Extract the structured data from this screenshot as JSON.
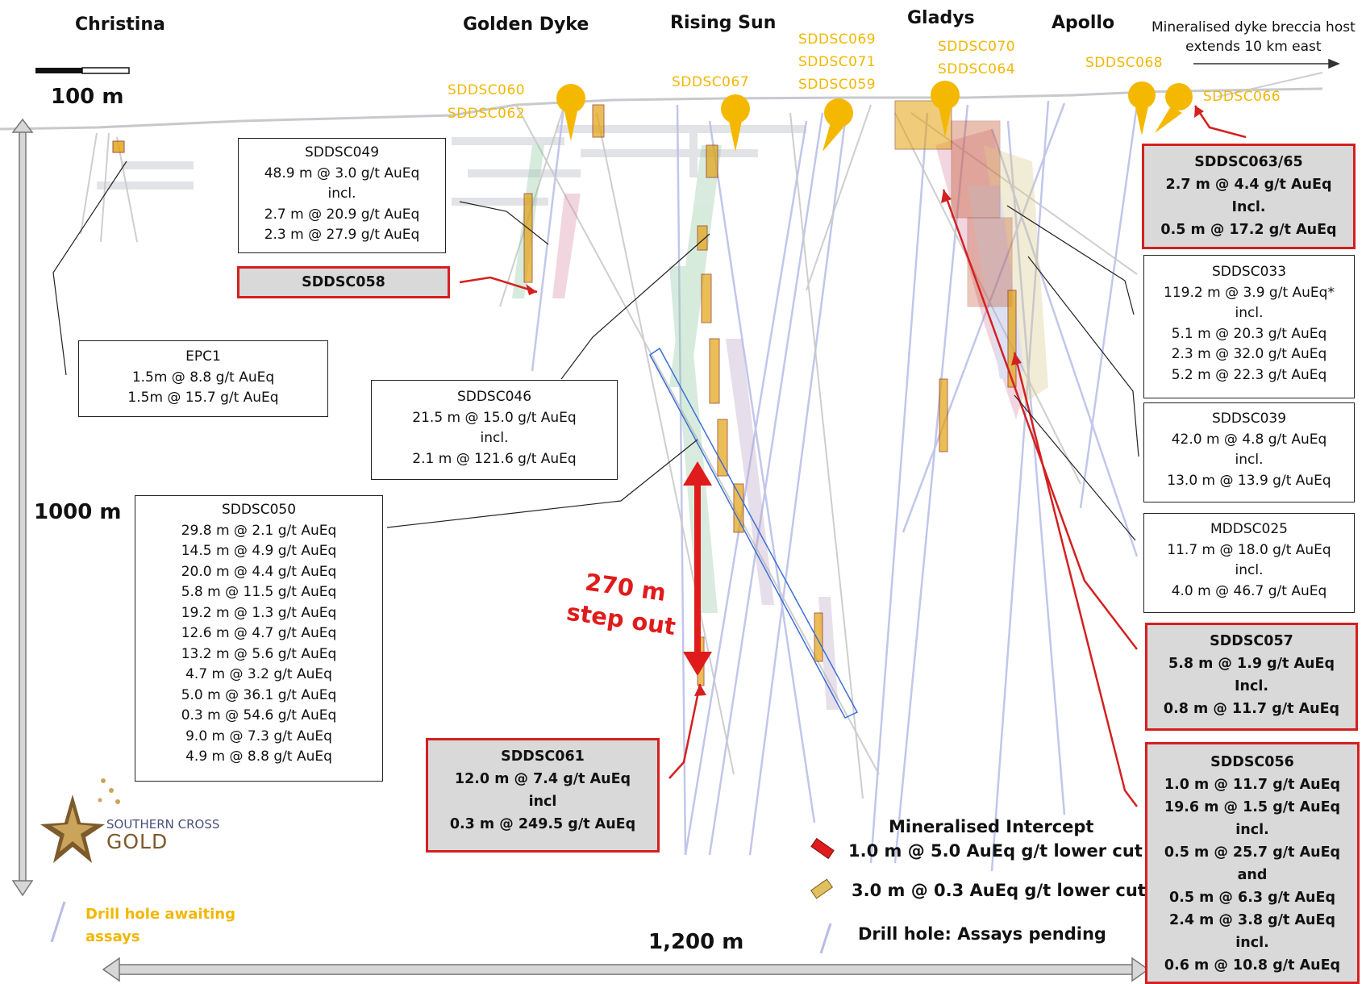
{
  "zones": {
    "christina": "Christina",
    "golden_dyke": "Golden Dyke",
    "rising_sun": "Rising Sun",
    "gladys": "Gladys",
    "apollo": "Apollo"
  },
  "east_note": {
    "line1": "Mineralised dyke breccia host",
    "line2": "extends 10 km east"
  },
  "hole_labels": {
    "sddsc060": "SDDSC060",
    "sddsc062": "SDDSC062",
    "sddsc067": "SDDSC067",
    "sddsc069": "SDDSC069",
    "sddsc071": "SDDSC071",
    "sddsc059": "SDDSC059",
    "sddsc070": "SDDSC070",
    "sddsc064": "SDDSC064",
    "sddsc068": "SDDSC068",
    "sddsc066": "SDDSC066"
  },
  "scale": {
    "bar": "100 m",
    "vertical": "1000 m",
    "horizontal": "1,200 m"
  },
  "step_out": {
    "line1": "270 m",
    "line2": "step out"
  },
  "boxes": {
    "sddsc049": [
      "SDDSC049",
      "48.9 m @ 3.0 g/t AuEq",
      "incl.",
      "2.7 m @ 20.9 g/t AuEq",
      "2.3 m @ 27.9 g/t AuEq"
    ],
    "sddsc058": [
      "SDDSC058"
    ],
    "epc1": [
      "EPC1",
      "1.5m @ 8.8 g/t AuEq",
      "1.5m @ 15.7 g/t AuEq"
    ],
    "sddsc046": [
      "SDDSC046",
      "21.5 m @ 15.0 g/t AuEq",
      "incl.",
      "2.1 m @ 121.6 g/t AuEq"
    ],
    "sddsc050": [
      "SDDSC050",
      "29.8 m @ 2.1 g/t AuEq",
      "14.5 m @ 4.9 g/t AuEq",
      "20.0 m @ 4.4 g/t AuEq",
      "5.8 m @ 11.5 g/t AuEq",
      "19.2 m @ 1.3 g/t AuEq",
      "12.6 m @ 4.7 g/t AuEq",
      "13.2 m @ 5.6 g/t AuEq",
      "4.7 m @ 3.2 g/t AuEq",
      "5.0 m @ 36.1 g/t AuEq",
      "0.3 m @ 54.6 g/t AuEq",
      "9.0 m @ 7.3 g/t AuEq",
      "4.9 m @ 8.8 g/t AuEq"
    ],
    "sddsc061": [
      "SDDSC061",
      "12.0 m @ 7.4 g/t AuEq",
      "incl",
      "0.3 m @ 249.5 g/t AuEq"
    ],
    "sddsc063_65": [
      "SDDSC063/65",
      "2.7 m @ 4.4 g/t AuEq",
      "Incl.",
      "0.5 m @ 17.2 g/t AuEq"
    ],
    "sddsc033": [
      "SDDSC033",
      "119.2 m @ 3.9 g/t AuEq*",
      "incl.",
      "5.1 m @ 20.3 g/t AuEq",
      "2.3 m @ 32.0 g/t AuEq",
      "5.2 m @ 22.3 g/t AuEq"
    ],
    "sddsc039": [
      "SDDSC039",
      "42.0 m @ 4.8 g/t AuEq",
      "incl.",
      "13.0 m @ 13.9 g/t AuEq"
    ],
    "mddsc025": [
      "MDDSC025",
      "11.7 m @ 18.0 g/t AuEq",
      "incl.",
      "4.0 m @ 46.7 g/t AuEq"
    ],
    "sddsc057": [
      "SDDSC057",
      "5.8 m @ 1.9 g/t AuEq",
      "Incl.",
      "0.8 m @ 11.7 g/t AuEq"
    ],
    "sddsc056": [
      "SDDSC056",
      "1.0 m @ 11.7 g/t AuEq",
      "19.6 m @ 1.5 g/t AuEq",
      "incl.",
      "0.5 m @ 25.7 g/t AuEq",
      "and",
      "0.5 m @ 6.3 g/t AuEq",
      "2.4 m @ 3.8 g/t AuEq",
      "incl.",
      "0.6 m @ 10.8 g/t AuEq"
    ]
  },
  "legend": {
    "title": "Mineralised Intercept",
    "item_high": "1.0 m @ 5.0 AuEq g/t lower cut",
    "item_low": "3.0 m @ 0.3 AuEq g/t lower cut",
    "item_pending": "Drill hole: Assays pending",
    "awaiting_line1": "Drill hole awaiting",
    "awaiting_line2": "assays"
  },
  "logo": {
    "line1": "SOUTHERN CROSS",
    "line2": "GOLD"
  },
  "colors": {
    "hole_label": "#f2b705",
    "callout_border": "#d42020",
    "callout_fill": "#d9d9d9",
    "pending_hole": "#b7bde8",
    "logo_brown": "#7d5a2c",
    "logo_gold": "#c9a45a"
  }
}
